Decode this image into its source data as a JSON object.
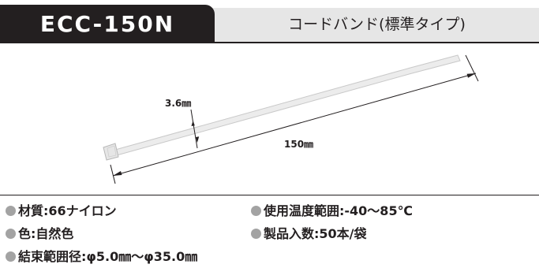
{
  "header": {
    "product_code": "ECC-150N",
    "subtitle": "コードバンド(標準タイプ)"
  },
  "drawing": {
    "width_label": "3.6㎜",
    "length_label": "150㎜"
  },
  "specs": {
    "material": "材質:66ナイロン",
    "color": "色:自然色",
    "bundle_diameter": "結束範囲径:φ5.0㎜〜φ35.0㎜",
    "temperature": "使用温度範囲:-40〜85℃",
    "quantity": "製品入数:50本/袋"
  },
  "colors": {
    "header_dark": "#231f20",
    "header_light": "#e6e6e6",
    "bullet": "#a3a3a3",
    "tie": "#ececec"
  }
}
